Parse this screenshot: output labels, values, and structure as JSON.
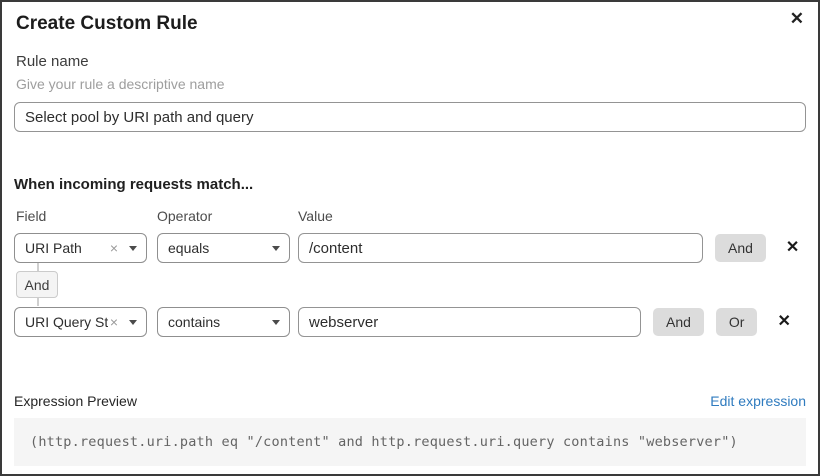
{
  "dialog": {
    "title": "Create Custom Rule"
  },
  "icons": {
    "close": "✕",
    "remove_row": "✕",
    "clear_selection": "×"
  },
  "rule_name": {
    "label": "Rule name",
    "hint": "Give your rule a descriptive name",
    "value": "Select pool by URI path and query"
  },
  "matcher": {
    "heading": "When incoming requests match...",
    "columns": {
      "field": "Field",
      "operator": "Operator",
      "value": "Value"
    },
    "connector_label": "And",
    "rows": [
      {
        "field": "URI Path",
        "operator": "equals",
        "value": "/content",
        "logic_buttons": [
          "And"
        ]
      },
      {
        "field": "URI Query St...",
        "operator": "contains",
        "value": "webserver",
        "logic_buttons": [
          "And",
          "Or"
        ]
      }
    ]
  },
  "expression": {
    "label": "Expression Preview",
    "edit_link": "Edit expression",
    "code": "(http.request.uri.path eq \"/content\" and http.request.uri.query contains \"webserver\")"
  },
  "colors": {
    "link_blue": "#2f7bbf",
    "logic_button_bg": "#dcdcdc",
    "code_bg": "#f5f5f5",
    "border_dark": "#3a3a3a"
  }
}
